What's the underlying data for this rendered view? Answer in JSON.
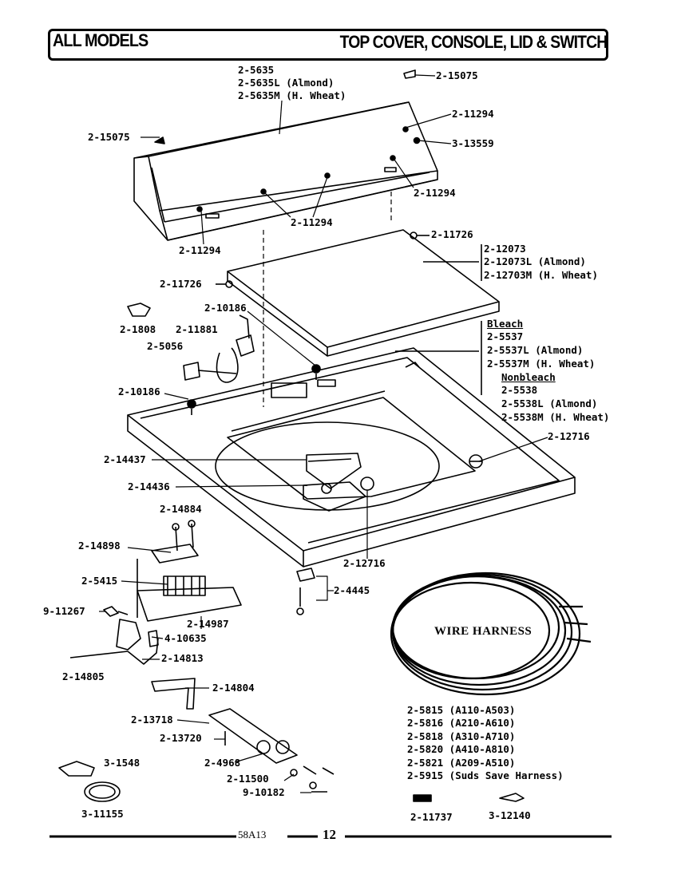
{
  "header": {
    "left": "ALL MODELS",
    "right": "TOP COVER, CONSOLE, LID & SWITCH"
  },
  "console_labels": {
    "c1": "2-5635",
    "c2": "2-5635L (Almond)",
    "c3": "2-5635M (H. Wheat)"
  },
  "parts": {
    "p15075_top": "2-15075",
    "p15075_left": "2-15075",
    "p11294_a": "2-11294",
    "p13559": "3-13559",
    "p11294_b": "2-11294",
    "p11294_c": "2-11294",
    "p11294_d": "2-11294",
    "p11726_a": "2-11726",
    "p11726_b": "2-11726",
    "p10186_a": "2-10186",
    "p1808": "2-1808",
    "p11881": "2-11881",
    "p5056": "2-5056",
    "p10186_b": "2-10186",
    "p12716_a": "2-12716",
    "p14437": "2-14437",
    "p14436": "2-14436",
    "p14884": "2-14884",
    "p14898": "2-14898",
    "p12716_b": "2-12716",
    "p5415": "2-5415",
    "p4445": "2-4445",
    "p11267": "9-11267",
    "p14987": "2-14987",
    "p10635": "4-10635",
    "p14813": "2-14813",
    "p14805": "2-14805",
    "p14804": "2-14804",
    "p13718": "2-13718",
    "p13720": "2-13720",
    "p1548": "3-1548",
    "p4968": "2-4968",
    "p11500": "2-11500",
    "p10182": "9-10182",
    "p11155": "3-11155",
    "p11737": "2-11737",
    "p12140": "3-12140"
  },
  "lid_labels": {
    "l1": "2-12073",
    "l2": "2-12073L (Almond)",
    "l3": "2-12703M (H. Wheat)"
  },
  "top_labels": {
    "bleach": "Bleach",
    "b1": "2-5537",
    "b2": "2-5537L (Almond)",
    "b3": "2-5537M (H. Wheat)",
    "nonbleach": "Nonbleach",
    "n1": "2-5538",
    "n2": "2-5538L (Almond)",
    "n3": "2-5538M (H. Wheat)"
  },
  "harness": {
    "title": "WIRE HARNESS",
    "items": [
      "2-5815 (A110-A503)",
      "2-5816 (A210-A610)",
      "2-5818 (A310-A710)",
      "2-5820 (A410-A810)",
      "2-5821 (A209-A510)",
      "2-5915 (Suds Save Harness)"
    ]
  },
  "footer": {
    "code": "58A13",
    "page": "12"
  }
}
